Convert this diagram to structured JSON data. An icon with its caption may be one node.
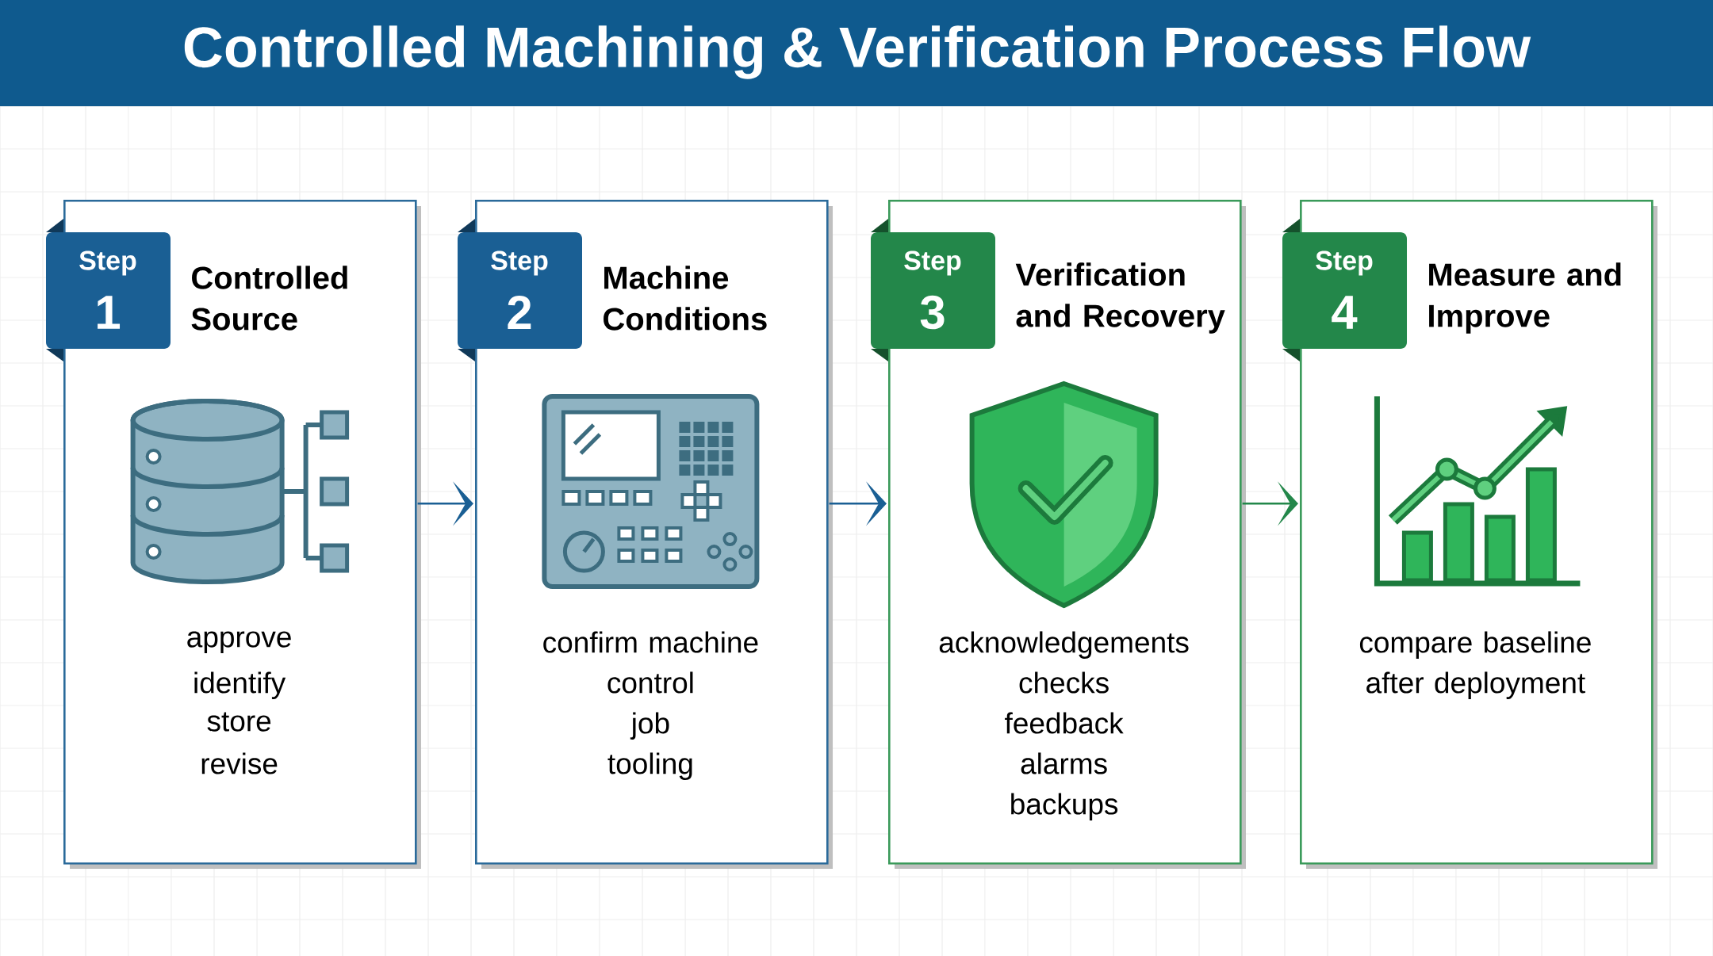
{
  "diagram": {
    "title": "Controlled Machining & Verification Process Flow",
    "nodes": [
      {
        "text": [
          "Step",
          "1",
          "Controlled Source",
          "approve",
          "identify",
          "store",
          "revise"
        ]
      },
      {
        "text": [
          "Step",
          "2",
          "Machine Conditions",
          "confirm machine",
          "control",
          "job",
          "tooling"
        ]
      },
      {
        "text": [
          "Step",
          "3",
          "Verification and Recovery",
          "acknowledgements",
          "checks",
          "feedback",
          "alarms",
          "backups"
        ]
      },
      {
        "text": [
          "Step",
          "4",
          "Measure and Improve",
          "compare baseline after deployment"
        ]
      }
    ],
    "edges": [
      {
        "from": 0,
        "to": 1,
        "arrow": "to"
      },
      {
        "from": 1,
        "to": 2,
        "arrow": "to"
      },
      {
        "from": 2,
        "to": 3,
        "arrow": "to",
        "color": "#23874a"
      }
    ]
  }
}
